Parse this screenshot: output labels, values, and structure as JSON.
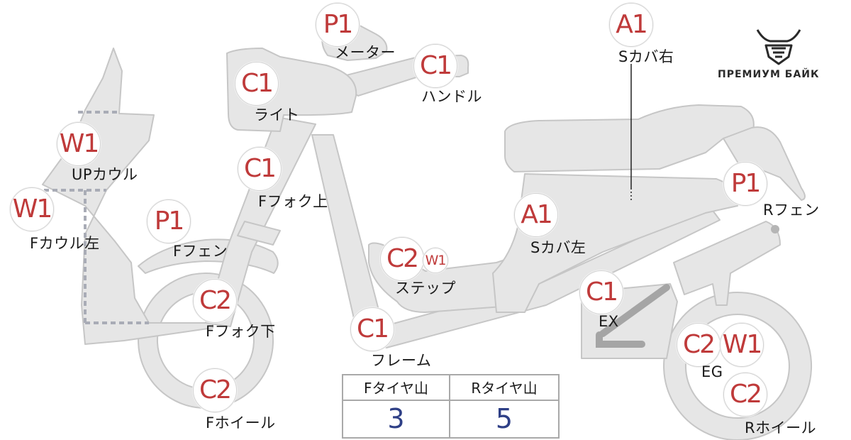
{
  "brand": {
    "name": "ПРЕМИУМ БАЙК",
    "logo_icon": "bull-head-icon"
  },
  "colors": {
    "part_fill": "#e6e6e6",
    "part_stroke": "#c8c8c8",
    "badge_text": "#bf3a3a",
    "value_text": "#2e3f86"
  },
  "parts": [
    {
      "id": "meter",
      "grade": "P1",
      "label": "メーター"
    },
    {
      "id": "handle",
      "grade": "C1",
      "label": "ハンドル"
    },
    {
      "id": "light",
      "grade": "C1",
      "label": "ライト"
    },
    {
      "id": "fork-upper",
      "grade": "C1",
      "label": "Fフォク上"
    },
    {
      "id": "up-cowl",
      "grade": "W1",
      "label": "UPカウル"
    },
    {
      "id": "f-cowl-left",
      "grade": "W1",
      "label": "Fカウル左"
    },
    {
      "id": "f-fender",
      "grade": "P1",
      "label": "Fフェン"
    },
    {
      "id": "fork-lower",
      "grade": "C2",
      "label": "Fフォク下"
    },
    {
      "id": "f-wheel",
      "grade": "C2",
      "label": "Fホイール"
    },
    {
      "id": "step",
      "grade": "C2",
      "grade2": "W1",
      "label": "ステップ"
    },
    {
      "id": "frame",
      "grade": "C1",
      "label": "フレーム"
    },
    {
      "id": "s-cover-left",
      "grade": "A1",
      "label": "Sカバ左"
    },
    {
      "id": "s-cover-right",
      "grade": "A1",
      "label": "Sカバ右"
    },
    {
      "id": "r-fender",
      "grade": "P1",
      "label": "Rフェン"
    },
    {
      "id": "exhaust",
      "grade": "C1",
      "label": "EX"
    },
    {
      "id": "engine",
      "grade": "C2",
      "grade2": "W1",
      "label": "EG"
    },
    {
      "id": "r-wheel",
      "grade": "C2",
      "label": "Rホイール"
    }
  ],
  "tread": {
    "front_label": "Fタイヤ山",
    "front_value": "3",
    "rear_label": "Rタイヤ山",
    "rear_value": "5"
  }
}
